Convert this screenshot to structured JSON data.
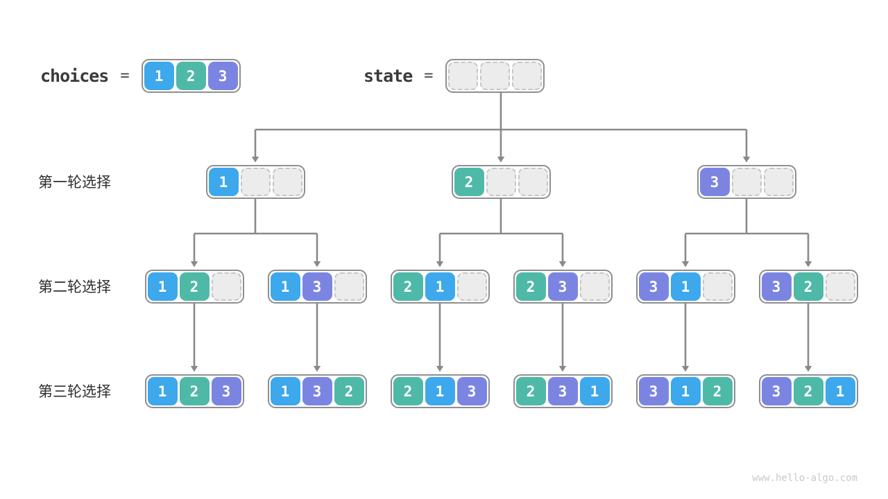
{
  "page": {
    "watermark": "www.hello-algo.com",
    "background": "#ffffff"
  },
  "colors": {
    "1": "#3da8ec",
    "2": "#4eb9a7",
    "3": "#7b85e1",
    "line": "#898989",
    "box_border": "#8e8e8e",
    "empty_bg": "#ececec",
    "empty_border": "#c6c6c6",
    "header_text": "#3a3a3a",
    "label_text": "#2e2e2e",
    "watermark_text": "#c9c9c9"
  },
  "header": {
    "choices": {
      "label": "choices",
      "equals": "=",
      "cells": [
        "1",
        "2",
        "3"
      ]
    },
    "state": {
      "label": "state",
      "equals": "=",
      "cells": [
        "",
        "",
        ""
      ]
    }
  },
  "rows": [
    {
      "label": "第一轮选择",
      "boxes": [
        [
          "1",
          "",
          ""
        ],
        [
          "2",
          "",
          ""
        ],
        [
          "3",
          "",
          ""
        ]
      ]
    },
    {
      "label": "第二轮选择",
      "boxes": [
        [
          "1",
          "2",
          ""
        ],
        [
          "1",
          "3",
          ""
        ],
        [
          "2",
          "1",
          ""
        ],
        [
          "2",
          "3",
          ""
        ],
        [
          "3",
          "1",
          ""
        ],
        [
          "3",
          "2",
          ""
        ]
      ]
    },
    {
      "label": "第三轮选择",
      "boxes": [
        [
          "1",
          "2",
          "3"
        ],
        [
          "1",
          "3",
          "2"
        ],
        [
          "2",
          "1",
          "3"
        ],
        [
          "2",
          "3",
          "1"
        ],
        [
          "3",
          "1",
          "2"
        ],
        [
          "3",
          "2",
          "1"
        ]
      ]
    }
  ]
}
